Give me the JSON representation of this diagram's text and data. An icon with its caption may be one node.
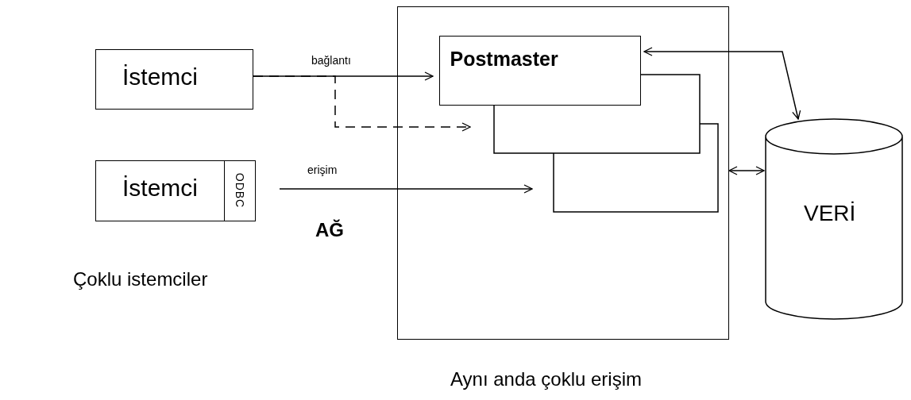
{
  "diagram": {
    "nodes": [
      {
        "text": [
          "İstemci"
        ]
      },
      {
        "text": [
          "İstemci"
        ]
      },
      {
        "text": [
          "ODBC"
        ],
        "in": 1
      },
      {
        "text": [],
        "shape": "box"
      },
      {
        "text": [
          "Postmaster"
        ],
        "in": 3
      },
      {
        "text": [],
        "shape": "box",
        "in": 3
      },
      {
        "text": [],
        "shape": "box",
        "in": 3
      },
      {
        "text": [
          "VERİ"
        ]
      }
    ],
    "edges": [
      {
        "from": 0,
        "to": 4,
        "arrow": "to",
        "label": "bağlantı"
      },
      {
        "from": 0,
        "to": 5,
        "arrow": "to",
        "style": "dashed"
      },
      {
        "from": 1,
        "to": 6,
        "arrow": "to",
        "label": "erişim"
      },
      {
        "from": 7,
        "to": 4,
        "arrow": "both"
      },
      {
        "from": 3,
        "to": 7,
        "arrow": "both"
      }
    ],
    "labels": [
      "Çoklu istemciler",
      "AĞ",
      "Aynı anda çoklu erişim"
    ]
  }
}
